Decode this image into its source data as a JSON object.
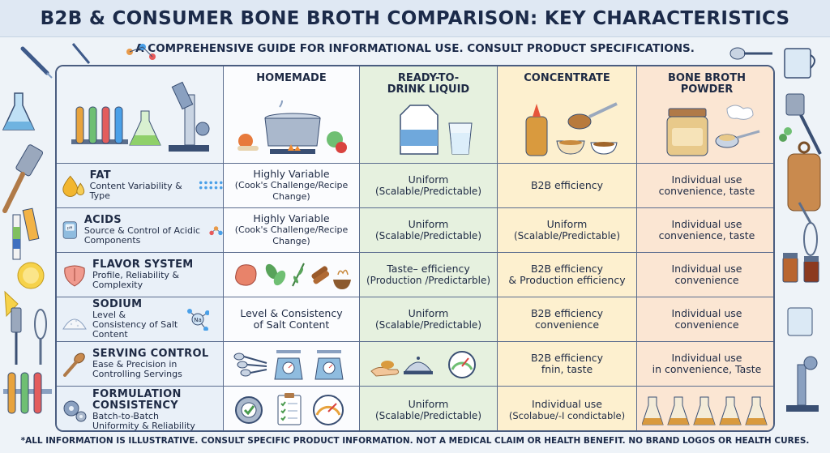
{
  "title": "B2B & CONSUMER BONE BROTH COMPARISON: KEY CHARACTERISTICS",
  "subtitle": "A COMPREHENSIVE GUIDE FOR INFORMATIONAL USE. CONSULT PRODUCT SPECIFICATIONS.",
  "footer": "*ALL INFORMATION IS ILLUSTRATIVE. CONSULT SPECIFIC PRODUCT INFORMATION. NOT A MEDICAL CLAIM OR HEALTH BENEFIT. NO BRAND LOGOS OR HEALTH CURES.",
  "columns": [
    {
      "label": "HOMEMADE",
      "icon": "stock-pot-icon"
    },
    {
      "label": "READY-TO-DRINK LIQUID",
      "icon": "milk-carton-icon"
    },
    {
      "label": "CONCENTRATE",
      "icon": "squeeze-bottle-icon"
    },
    {
      "label": "BONE BROTH POWDER",
      "icon": "powder-jar-icon"
    }
  ],
  "rows": [
    {
      "title": "FAT",
      "desc": "Content Variability & Type",
      "icon": "droplet-icon",
      "homemade": {
        "main": "Highly Variable",
        "sub": "(Cook's Challenge/Recipe Change)"
      },
      "rtd": {
        "main": "Uniform",
        "sub": "(Scalable/Predictable)"
      },
      "concentrate": {
        "main": "B2B efficiency",
        "sub": ""
      },
      "powder": {
        "main": "Individual use",
        "sub": "convenience, taste"
      }
    },
    {
      "title": "ACIDS",
      "desc": "Source & Control of Acidic Components",
      "icon": "ph-meter-icon",
      "homemade": {
        "main": "Highly Variable",
        "sub": "(Cook's Challenge/Recipe Change)"
      },
      "rtd": {
        "main": "Uniform",
        "sub": "(Scalable/Predictable)"
      },
      "concentrate": {
        "main": "Uniform",
        "sub": "(Scalable/Predictable)"
      },
      "powder": {
        "main": "Individual use",
        "sub": "convenience, taste"
      }
    },
    {
      "title": "FLAVOR SYSTEM",
      "desc": "Profile, Reliability & Complexity",
      "icon": "tongue-icon",
      "homemade": {
        "main": "",
        "sub": ""
      },
      "rtd": {
        "main": "Taste– efficiency",
        "sub": "(Production /Predictarble)"
      },
      "concentrate": {
        "main": "B2B efficiency",
        "sub": "& Production efficiency"
      },
      "powder": {
        "main": "Individual use",
        "sub": "convenience"
      }
    },
    {
      "title": "SODIUM",
      "desc": "Level & Consistency of Salt Content",
      "icon": "salt-pile-icon",
      "homemade": {
        "main": "Level & Consistency",
        "sub": "of Salt Content"
      },
      "rtd": {
        "main": "Uniform",
        "sub": "(Scalable/Predictable)"
      },
      "concentrate": {
        "main": "B2B efficiency",
        "sub": "convenience"
      },
      "powder": {
        "main": "Individual use",
        "sub": "convenience"
      }
    },
    {
      "title": "SERVING CONTROL",
      "desc": "Ease & Precision in Controlling Servings",
      "icon": "wooden-spoon-icon",
      "homemade": {
        "main": "",
        "sub": ""
      },
      "rtd": {
        "main": "",
        "sub": ""
      },
      "concentrate": {
        "main": "B2B efficiency",
        "sub": "fnin, taste"
      },
      "powder": {
        "main": "Individual use",
        "sub": "in convenience, Taste"
      }
    },
    {
      "title": "FORMULATION CONSISTENCY",
      "desc": "Batch-to-Batch Uniformity & Reliability",
      "icon": "gears-icon",
      "homemade": {
        "main": "",
        "sub": ""
      },
      "rtd": {
        "main": "Uniform",
        "sub": "(Scalable/Predictable)"
      },
      "concentrate": {
        "main": "Individual use",
        "sub": "(Scolabue/-I condictable)"
      },
      "powder": {
        "main": "",
        "sub": ""
      }
    }
  ]
}
